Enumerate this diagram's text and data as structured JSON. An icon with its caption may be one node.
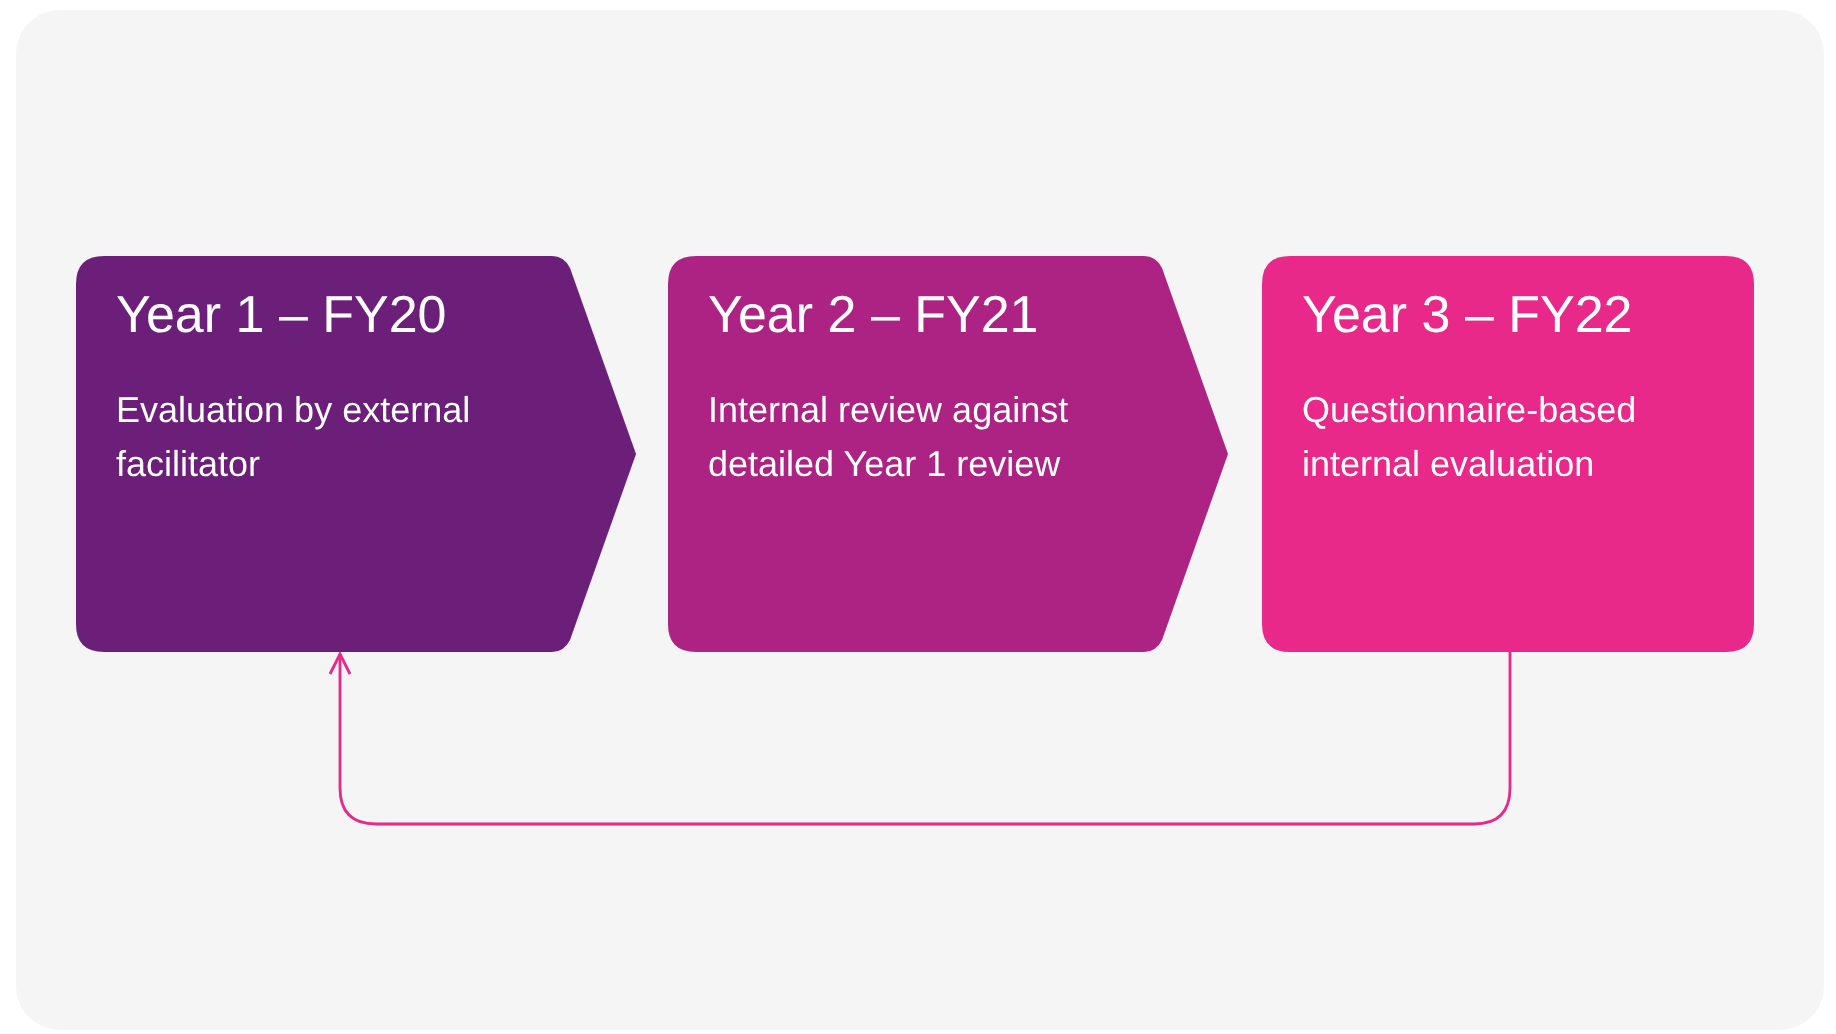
{
  "diagram": {
    "nodes": [
      {
        "text": [
          "Year 1 – FY20",
          "Evaluation by external facilitator"
        ]
      },
      {
        "text": [
          "Year 2 – FY21",
          "Internal review against detailed Year 1 review"
        ]
      },
      {
        "text": [
          "Year 3 – FY22",
          "Questionnaire-based internal evaluation"
        ]
      }
    ],
    "edges": [
      {
        "from": 2,
        "to": 0,
        "arrow": "to"
      }
    ]
  }
}
